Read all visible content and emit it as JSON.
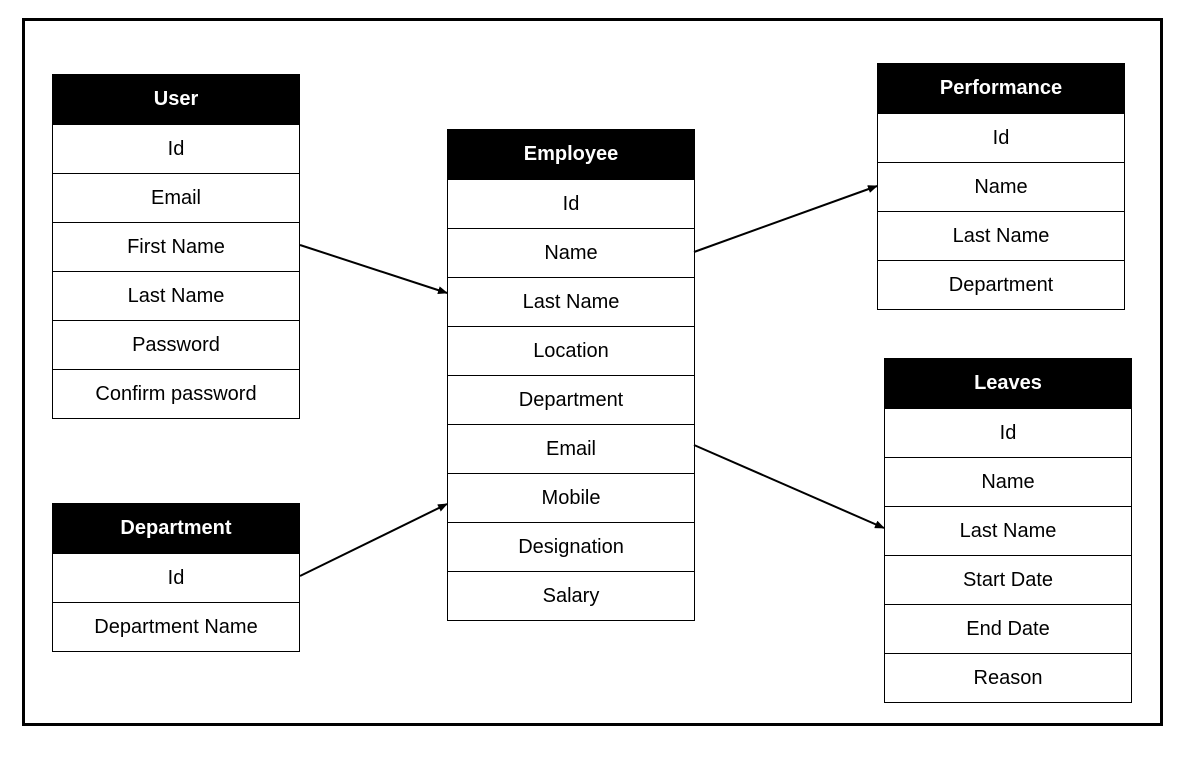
{
  "entities": {
    "user": {
      "title": "User",
      "fields": [
        "Id",
        "Email",
        "First Name",
        "Last Name",
        "Password",
        "Confirm password"
      ]
    },
    "department": {
      "title": "Department",
      "fields": [
        "Id",
        "Department Name"
      ]
    },
    "employee": {
      "title": "Employee",
      "fields": [
        "Id",
        "Name",
        "Last Name",
        "Location",
        "Department",
        "Email",
        "Mobile",
        "Designation",
        "Salary"
      ]
    },
    "performance": {
      "title": "Performance",
      "fields": [
        "Id",
        "Name",
        "Last Name",
        "Department"
      ]
    },
    "leaves": {
      "title": "Leaves",
      "fields": [
        "Id",
        "Name",
        "Last Name",
        "Start Date",
        "End Date",
        "Reason"
      ]
    }
  },
  "relationships": [
    {
      "from": "user",
      "from_field": "First Name",
      "to": "employee",
      "to_field": "Last Name"
    },
    {
      "from": "department",
      "from_field": "Id",
      "to": "employee",
      "to_field": "Mobile"
    },
    {
      "from": "employee",
      "from_field": "Name",
      "to": "performance",
      "to_field": "Name"
    },
    {
      "from": "employee",
      "from_field": "Email",
      "to": "leaves",
      "to_field": "Last Name"
    }
  ],
  "colors": {
    "header_bg": "#000000",
    "header_text": "#ffffff",
    "border": "#000000",
    "background": "#ffffff"
  }
}
